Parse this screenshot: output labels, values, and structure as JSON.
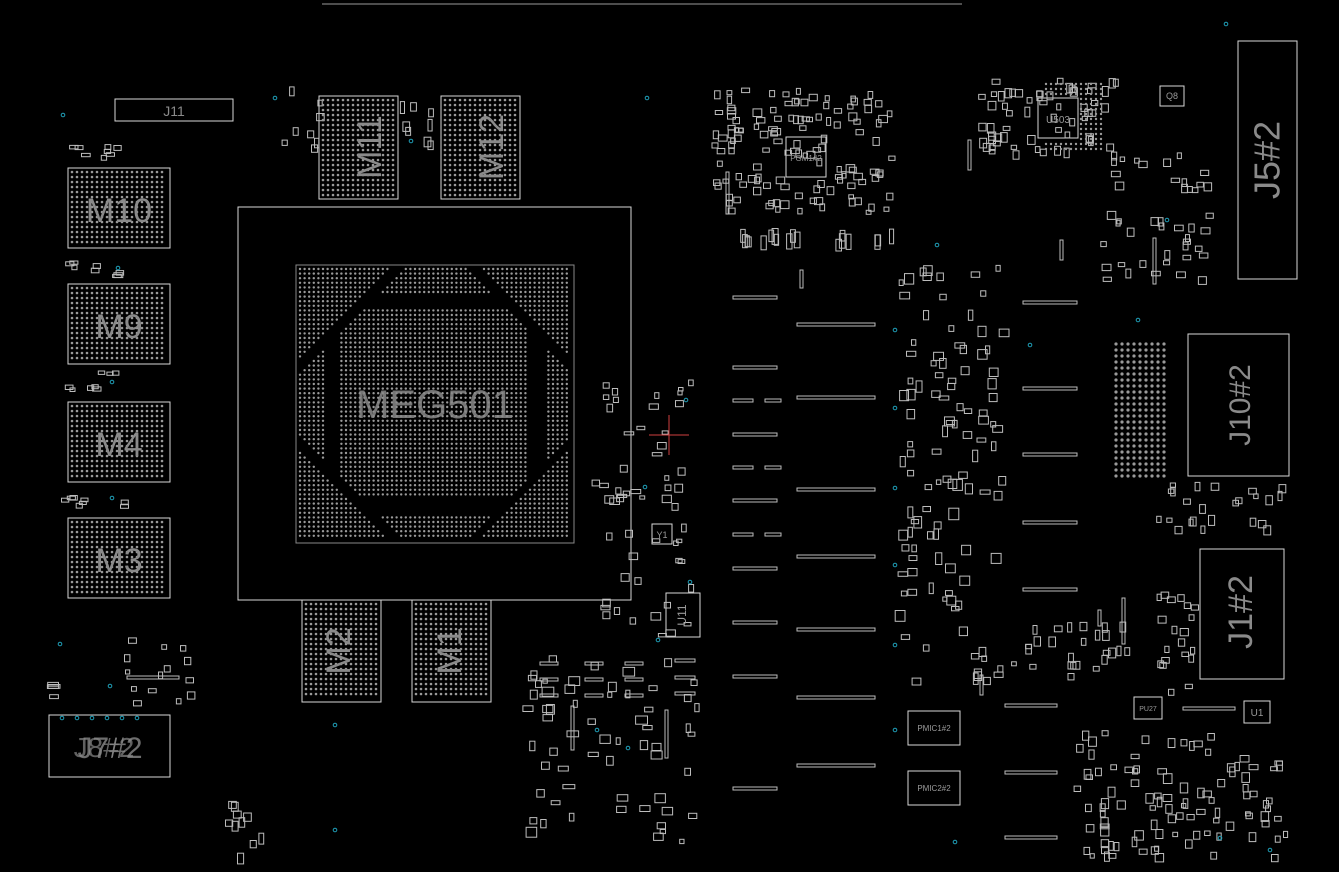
{
  "viewer": {
    "background": "#000000",
    "outline_color": "#d8d8d8",
    "pad_color": "#bdbdbd",
    "label_color": "#8a8a8a",
    "via_color": "#1f9fb8",
    "cursor_color": "#d04040"
  },
  "labels": {
    "main_chip": "MEG501",
    "m11": "M11",
    "m12": "M12",
    "m10": "M10",
    "m9": "M9",
    "m4": "M4",
    "m3": "M3",
    "m2": "M2",
    "m1": "M1",
    "j11": "J11",
    "j5": "J5#2",
    "j10": "J10#2",
    "j1": "J1#2",
    "j7": "J7#2",
    "j8": "J8#2",
    "u503": "U503",
    "u11": "U11",
    "y1": "Y1",
    "q8": "Q8",
    "pgm1": "PGM1#2",
    "pu27": "PU27",
    "u1": "U1",
    "pmic1": "PMIC1#2",
    "pmic2": "PMIC2#2"
  }
}
